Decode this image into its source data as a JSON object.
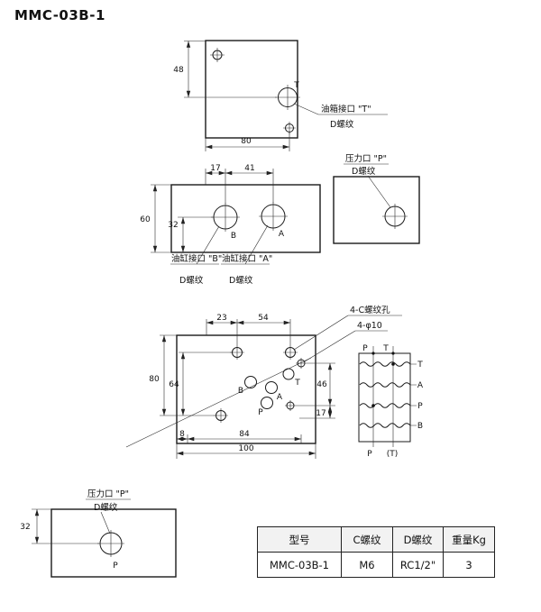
{
  "title": "MMC-03B-1",
  "top_view": {
    "port": "T",
    "dim_height": "48",
    "dim_width": "80",
    "callout": "油箱接口 \"T\"",
    "thread": "D螺纹"
  },
  "front_view": {
    "port_b": "B",
    "port_a": "A",
    "dim_17": "17",
    "dim_41": "41",
    "dim_60": "60",
    "dim_32": "32",
    "callout_b": "油缸接口 \"B\"",
    "callout_a": "油缸接口 \"A\"",
    "thread": "D螺纹"
  },
  "side_view": {
    "callout": "压力口 \"P\"",
    "thread": "D螺纹"
  },
  "mounting_view": {
    "dim_23": "23",
    "dim_54": "54",
    "dim_80": "80",
    "dim_64": "64",
    "dim_46": "46",
    "dim_17": "17",
    "dim_8": "8",
    "dim_84": "84",
    "dim_100": "100",
    "callout_thread_holes": "4-C螺纹孔",
    "callout_phi_holes": "4-φ10",
    "port_b": "B",
    "port_a": "A",
    "port_t": "T",
    "port_p": "P"
  },
  "symbol": {
    "top_p": "P",
    "top_t": "T",
    "port_t": "T",
    "port_a": "A",
    "port_p": "P",
    "port_b": "B",
    "bottom_p": "P",
    "bottom_t": "(T)"
  },
  "bottom_view": {
    "dim_32": "32",
    "port": "P",
    "callout": "压力口 \"P\"",
    "thread": "D螺纹"
  },
  "table": {
    "headers": [
      "型号",
      "C螺纹",
      "D螺纹",
      "重量Kg"
    ],
    "rows": [
      [
        "MMC-03B-1",
        "M6",
        "RC1/2\"",
        "3"
      ]
    ]
  }
}
